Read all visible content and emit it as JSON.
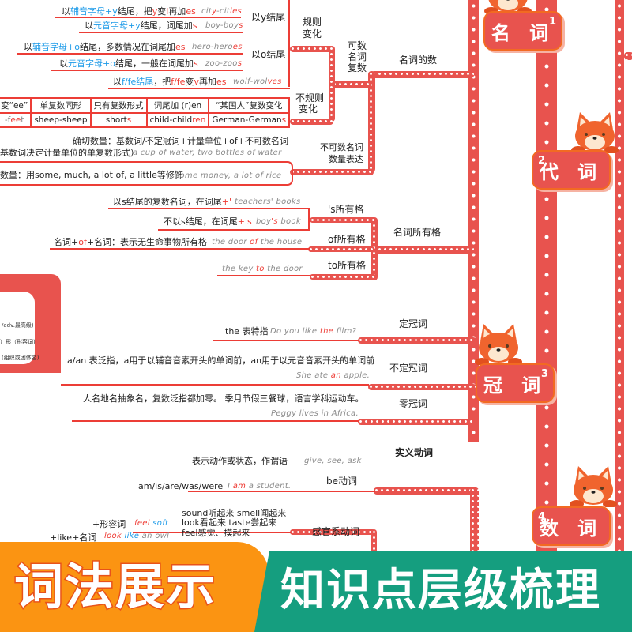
{
  "categories": {
    "noun": {
      "label": "名 词",
      "num": "1"
    },
    "pronoun": {
      "label": "代 词",
      "num": "2"
    },
    "article": {
      "label": "冠 词",
      "num": "3"
    },
    "numeral": {
      "label": "数 词",
      "num": "4"
    }
  },
  "nodes": {
    "r1": [
      [
        "以",
        ""
      ],
      [
        "辅音字母+y",
        "b"
      ],
      [
        "结尾，把",
        ""
      ],
      [
        "y",
        "r"
      ],
      [
        "变",
        ""
      ],
      [
        "i",
        "r"
      ],
      [
        "再加",
        ""
      ],
      [
        "es",
        "r"
      ]
    ],
    "r1x": [
      [
        "cit",
        "g"
      ],
      [
        "y",
        "r"
      ],
      [
        "-cit",
        "g"
      ],
      [
        "ies",
        "r"
      ]
    ],
    "r2": [
      [
        "以",
        ""
      ],
      [
        "元音字母+y",
        "b"
      ],
      [
        "结尾，词尾加",
        ""
      ],
      [
        "s",
        "r"
      ]
    ],
    "r2x": [
      [
        "boy-boy",
        "g"
      ],
      [
        "s",
        "r"
      ]
    ],
    "r3": [
      [
        "以",
        ""
      ],
      [
        "辅音字母+o",
        "b"
      ],
      [
        "结尾，多数情况在词尾加",
        ""
      ],
      [
        "es",
        "r"
      ]
    ],
    "r3x": [
      [
        "hero-hero",
        "g"
      ],
      [
        "es",
        "r"
      ]
    ],
    "r4": [
      [
        "以",
        ""
      ],
      [
        "元音字母+o",
        "b"
      ],
      [
        "结尾，一般在词尾加",
        ""
      ],
      [
        "s",
        "r"
      ]
    ],
    "r4x": [
      [
        "zoo-zoo",
        "g"
      ],
      [
        "s",
        "r"
      ]
    ],
    "r5": [
      [
        "以",
        ""
      ],
      [
        "f/fe结尾",
        "b"
      ],
      [
        "，把",
        ""
      ],
      [
        "f/fe",
        "r"
      ],
      [
        "变",
        ""
      ],
      [
        "v",
        "r"
      ],
      [
        "再加",
        ""
      ],
      [
        "es",
        "r"
      ]
    ],
    "r5x": [
      [
        "wolf-wol",
        "g"
      ],
      [
        "ves",
        "r"
      ]
    ],
    "l_y": [
      [
        "以y结尾",
        ""
      ]
    ],
    "l_o": [
      [
        "以o结尾",
        ""
      ]
    ],
    "l_reg1": [
      [
        "规则",
        ""
      ]
    ],
    "l_reg2": [
      [
        "变化",
        ""
      ]
    ],
    "l_cnt1": [
      [
        "可数",
        ""
      ]
    ],
    "l_cnt2": [
      [
        "名词",
        ""
      ]
    ],
    "l_cnt3": [
      [
        "复数",
        ""
      ]
    ],
    "l_irr1": [
      [
        "不规则",
        ""
      ]
    ],
    "l_irr2": [
      [
        "变化",
        ""
      ]
    ],
    "l_num": [
      [
        "名词的数",
        ""
      ]
    ],
    "q1": [
      [
        "确切数量：基数词/不定冠词+计量单位+of+不可数名词",
        ""
      ]
    ],
    "q2": [
      [
        "基数词决定计量单位的单复数形式）",
        ""
      ]
    ],
    "q2x": [
      [
        "a cup of water, two bottles of water",
        "g"
      ]
    ],
    "q3": [
      [
        "数量：用some, much, a lot of, a little等修饰",
        ""
      ]
    ],
    "q3x": [
      [
        "some money, a lot of rice",
        "g"
      ]
    ],
    "l_unc1": [
      [
        "不可数名词",
        ""
      ]
    ],
    "l_unc2": [
      [
        "数量表达",
        ""
      ]
    ],
    "p1": [
      [
        "以s结尾的复数名词，在词尾",
        ""
      ],
      [
        "+'",
        "r"
      ]
    ],
    "p1x": [
      [
        "teachers' books",
        "g"
      ]
    ],
    "p2": [
      [
        "不以s结尾，在词尾",
        ""
      ],
      [
        "+'s",
        "r"
      ]
    ],
    "p2x": [
      [
        "boy",
        "g"
      ],
      [
        "'s",
        "r"
      ],
      [
        " book",
        "g"
      ]
    ],
    "p3": [
      [
        "名词+",
        ""
      ],
      [
        "of",
        "r"
      ],
      [
        "+名词：表示无生命事物所有格",
        ""
      ]
    ],
    "p3x": [
      [
        "the door ",
        "g"
      ],
      [
        "of",
        "r"
      ],
      [
        " the house",
        "g"
      ]
    ],
    "p4x": [
      [
        "the key ",
        "g"
      ],
      [
        "to",
        "r"
      ],
      [
        " the door",
        "g"
      ]
    ],
    "l_s": [
      [
        "'s所有格",
        ""
      ]
    ],
    "l_of": [
      [
        "of所有格",
        ""
      ]
    ],
    "l_to": [
      [
        "to所有格",
        ""
      ]
    ],
    "l_poss": [
      [
        "名词所有格",
        ""
      ]
    ],
    "a1": [
      [
        "the 表特指",
        ""
      ]
    ],
    "a1x": [
      [
        "Do you like ",
        "g"
      ],
      [
        "the",
        "r"
      ],
      [
        " film?",
        "g"
      ]
    ],
    "a2": [
      [
        "a/an 表泛指，a用于以辅音音素开头的单词前，an用于以元音音素开头的单词前",
        ""
      ]
    ],
    "a2x": [
      [
        "She ate ",
        "g"
      ],
      [
        "an",
        "r"
      ],
      [
        " apple.",
        "g"
      ]
    ],
    "a3": [
      [
        "人名地名抽象名，复数泛指都加零。  季月节假三餐球，语言学科运动车。",
        ""
      ]
    ],
    "a3x": [
      [
        "Peggy lives in Africa.",
        "g"
      ]
    ],
    "l_def": [
      [
        "定冠词",
        ""
      ]
    ],
    "l_indef": [
      [
        "不定冠词",
        ""
      ]
    ],
    "l_zero": [
      [
        "零冠词",
        ""
      ]
    ],
    "v1": [
      [
        "表示动作或状态，作谓语",
        ""
      ]
    ],
    "v1x": [
      [
        "give, see, ask",
        "g"
      ]
    ],
    "l_main": [
      [
        "实义动词",
        ""
      ]
    ],
    "v2": [
      [
        "am/is/are/was/were",
        ""
      ]
    ],
    "v2x": [
      [
        "I ",
        "g"
      ],
      [
        "am",
        "r"
      ],
      [
        " a student.",
        "g"
      ]
    ],
    "l_be": [
      [
        "be动词",
        ""
      ]
    ],
    "s1": [
      [
        "sound听起来   smell闻起来",
        ""
      ]
    ],
    "s2": [
      [
        "look看起来     taste尝起来",
        ""
      ]
    ],
    "s3": [
      [
        "feel感觉、摸起来",
        ""
      ]
    ],
    "l_sense": [
      [
        "感官系动词",
        ""
      ]
    ],
    "s4": [
      [
        "+形容词",
        ""
      ]
    ],
    "s4x": [
      [
        "feel",
        "r"
      ],
      [
        " soft",
        "b"
      ]
    ],
    "s5": [
      [
        "+like+名词",
        ""
      ]
    ],
    "s5x": [
      [
        "look ",
        "r"
      ],
      [
        "like",
        "b"
      ],
      [
        " an owl",
        "g"
      ]
    ]
  },
  "table": {
    "header": [
      "变“ee”",
      "单复数同形",
      "只有复数形式",
      "词尾加 (r)en",
      "“某国人”复数变化"
    ],
    "row": [
      [
        [
          "-f",
          "g"
        ],
        [
          "ee",
          "r"
        ],
        [
          "t",
          "g"
        ]
      ],
      [
        [
          "sheep-sheep",
          ""
        ]
      ],
      [
        [
          "short",
          ""
        ],
        [
          "s",
          "r"
        ]
      ],
      [
        [
          "child-child",
          ""
        ],
        [
          "ren",
          "r"
        ]
      ],
      [
        [
          "German-German",
          ""
        ],
        [
          "s",
          "r"
        ]
      ]
    ]
  },
  "card": {
    "lines": [
      "/adv.最高级)",
      "）形（形容词)",
      "(组织或团体名)"
    ]
  },
  "banner": {
    "left": "词法展示",
    "right": "知识点层级梳理"
  },
  "colors": {
    "accent": "#e8534e",
    "line": "#ec3d36",
    "blue": "#1e9be8",
    "orange": "#fb9412",
    "teal": "#159e7f"
  }
}
